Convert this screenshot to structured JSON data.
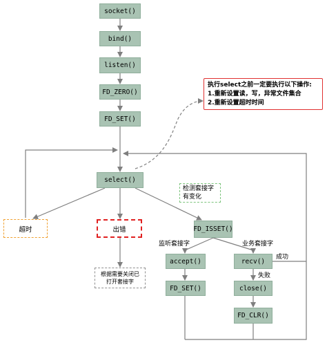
{
  "nodes": {
    "socket": "socket()",
    "bind": "bind()",
    "listen": "listen()",
    "fd_zero": "FD_ZERO()",
    "fd_set_top": "FD_SET()",
    "select": "select()",
    "timeout": "超时",
    "error": "出错",
    "fd_isset": "FD_ISSET()",
    "accept": "accept()",
    "fd_set_bottom": "FD_SET()",
    "recv": "recv()",
    "close": "close()",
    "fd_clr": "FD_CLR()"
  },
  "note": {
    "title": "执行select之前一定要执行以下操作:",
    "line1": "1.重新设置读，写，异常文件集合",
    "line2": "2.重新设置超时时间"
  },
  "detect_box": {
    "line1": "检测套接字",
    "line2": "有变化"
  },
  "error_note": {
    "line1": "根据需要关闭已",
    "line2": "打开套接字"
  },
  "edge_labels": {
    "listen_socket": "监听套接字",
    "business_socket": "业务套接字",
    "success": "成功",
    "fail": "失败"
  },
  "colors": {
    "node_fill": "#a9c3b3",
    "line": "#7f7f7f",
    "timeout_border": "#f0a030",
    "error_border": "#e02020",
    "note_border": "#e03030",
    "detect_border": "#7cc47c"
  }
}
